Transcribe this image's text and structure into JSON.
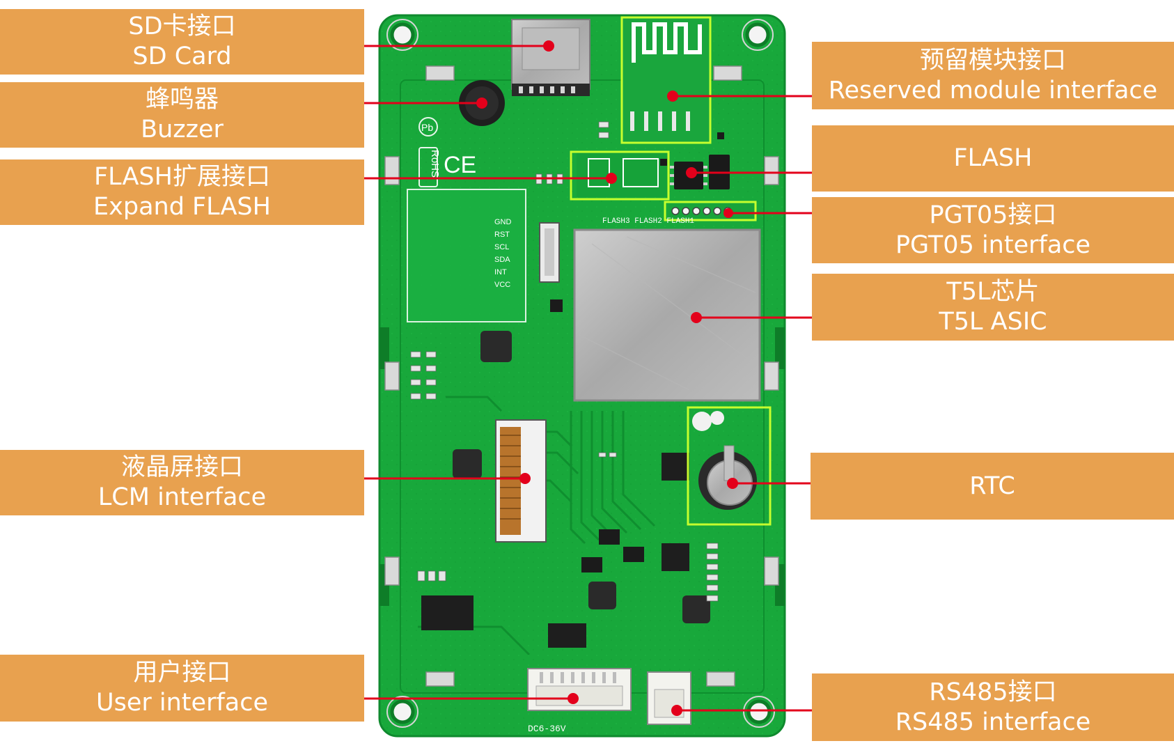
{
  "colors": {
    "label_bg": "#e8a14f",
    "label_text": "#ffffff",
    "pointer": "#e3001b",
    "pcb": "#17a83a",
    "highlight": "#c6ff2e"
  },
  "labels": {
    "sd": {
      "cn": "SD卡接口",
      "en": "SD Card"
    },
    "buzzer": {
      "cn": "蜂鸣器",
      "en": "Buzzer"
    },
    "expflash": {
      "cn": "FLASH扩展接口",
      "en": "Expand FLASH"
    },
    "lcm": {
      "cn": "液晶屏接口",
      "en": "LCM interface"
    },
    "user": {
      "cn": "用户接口",
      "en": "User interface"
    },
    "reserved": {
      "cn": "预留模块接口",
      "en": "Reserved module interface"
    },
    "flash": {
      "en": "FLASH"
    },
    "pgt05": {
      "cn": "PGT05接口",
      "en": "PGT05 interface"
    },
    "t5l": {
      "cn": "T5L芯片",
      "en": "T5L ASIC"
    },
    "rtc": {
      "en": "RTC"
    },
    "rs485": {
      "cn": "RS485接口",
      "en": "RS485 interface"
    }
  },
  "silkscreen": {
    "touch_pins": [
      "GND",
      "RST",
      "SCL",
      "SDA",
      "INT",
      "VCC"
    ],
    "flash_header": "FLASH3 FLASH2 FLASH1",
    "power": "DC6-36V",
    "rohs": "RoHS",
    "pb": "Pb",
    "ce": "CE"
  }
}
